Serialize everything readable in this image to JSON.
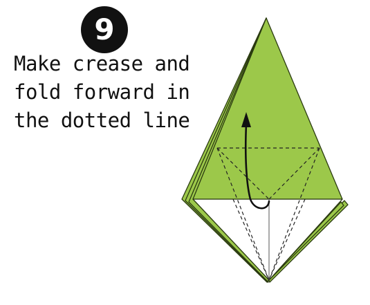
{
  "step": {
    "number": "9"
  },
  "instructions": {
    "lines": [
      "Make crease and",
      "fold forward in",
      "the dotted line"
    ]
  },
  "colors": {
    "paper_green": "#9cc84a",
    "paper_edge": "#2a3a10",
    "paper_white": "#ffffff",
    "badge": "#111111"
  },
  "icons": {
    "fold_arrow": "curved-up-arrow-icon"
  }
}
